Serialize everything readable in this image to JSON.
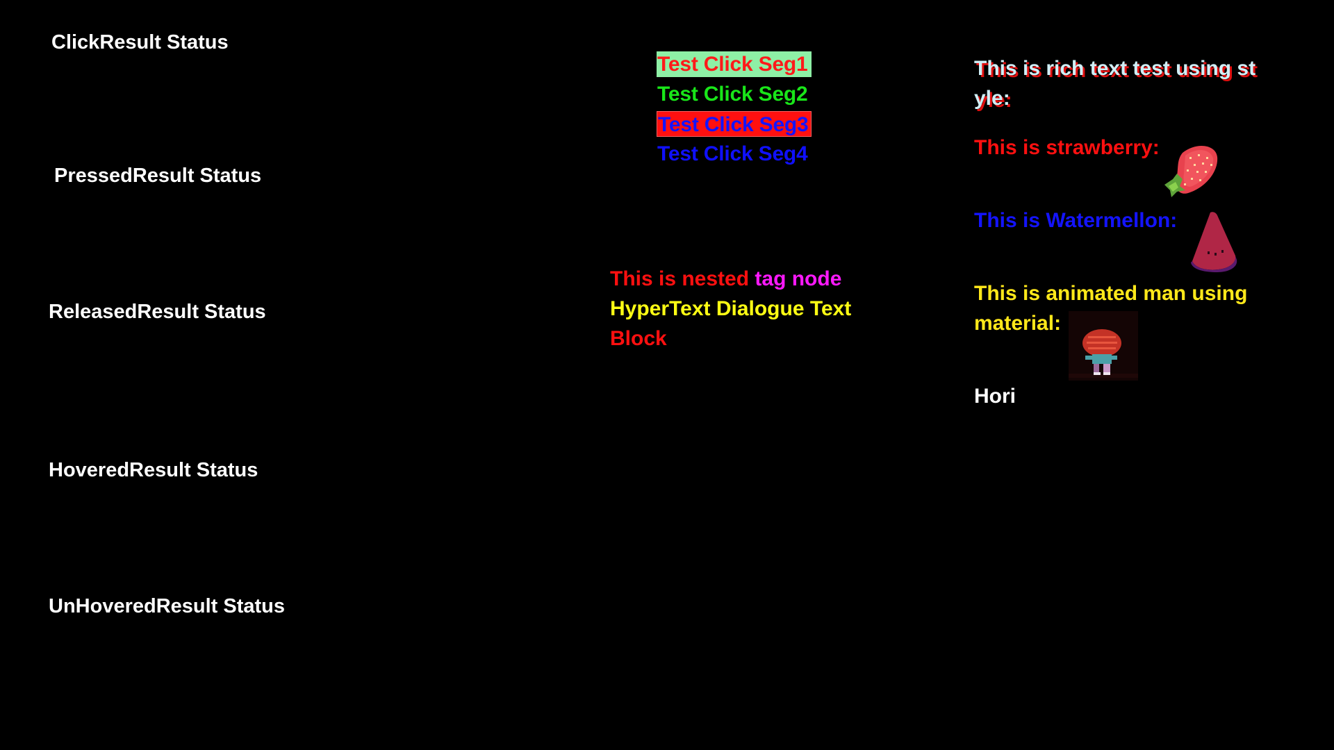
{
  "status": {
    "click": "ClickResult Status",
    "pressed": "PressedResult Status",
    "released": "ReleasedResult Status",
    "hovered": "HoveredResult Status",
    "unhovered": "UnHoveredResult Status"
  },
  "segments": [
    {
      "label": "Test Click Seg1"
    },
    {
      "label": "Test Click Seg2"
    },
    {
      "label": "Test Click Seg3"
    },
    {
      "label": "Test Click Seg4"
    }
  ],
  "nested": {
    "part1": "This is nested ",
    "part2": "tag node",
    "part3": "HyperText Dialogue Text",
    "part4": "Block"
  },
  "rich": {
    "style_text": "This is rich text test using style:",
    "strawberry_text": "This is strawberry:",
    "watermelon_text": "This is Watermellon:",
    "man_text": "This is animated man using material:",
    "hori_text": "Hori"
  },
  "icons": {
    "strawberry": "strawberry-icon",
    "watermelon": "watermelon-icon",
    "man": "animated-man-icon"
  },
  "colors": {
    "background": "#000000",
    "red": "#ff1010",
    "green": "#19e619",
    "blue": "#1414ff",
    "yellow": "#ffff14",
    "magenta": "#ff19ff",
    "seg1_bg": "#8ef0a6"
  }
}
